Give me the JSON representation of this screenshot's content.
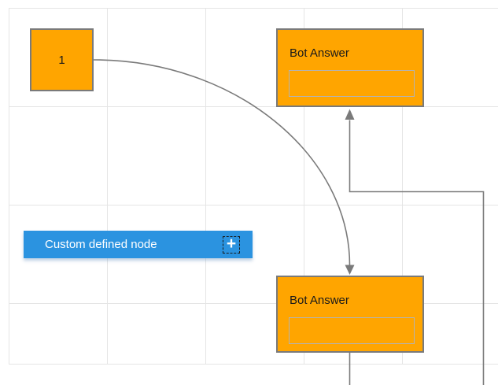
{
  "diagram": {
    "nodes": {
      "start": {
        "label": "1"
      },
      "bot_answer_top": {
        "title": "Bot Answer",
        "field_value": ""
      },
      "bot_answer_bottom": {
        "title": "Bot Answer",
        "field_value": ""
      },
      "custom": {
        "label": "Custom defined node",
        "add_button": "+"
      }
    },
    "colors": {
      "node_fill": "#FFA500",
      "node_border": "#7A7A7A",
      "custom_node_fill": "#2B93E0",
      "custom_text": "#FFFFFF",
      "title_text": "#1A1A1A",
      "field_border": "#B3B3B3",
      "connector": "#7A7A7A",
      "grid_line": "#E5E5E5"
    }
  }
}
